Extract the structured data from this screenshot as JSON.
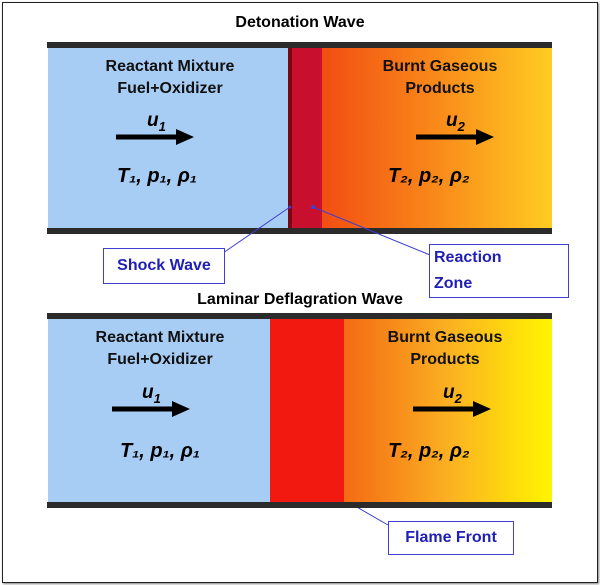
{
  "detonation": {
    "title": "Detonation Wave",
    "reactant_label": [
      "Reactant Mixture",
      "Fuel+Oxidizer"
    ],
    "product_label": [
      "Burnt Gaseous",
      "Products"
    ],
    "u_in": "u",
    "u_out": "u",
    "state_in": "T₁, p₁, ρ₁",
    "state_out": "T₂, p₂, ρ₂",
    "callout_shock": "Shock Wave",
    "callout_reaction": "Reaction Zone"
  },
  "deflagration": {
    "title": "Laminar Deflagration Wave",
    "reactant_label": [
      "Reactant Mixture",
      "Fuel+Oxidizer"
    ],
    "product_label": [
      "Burnt Gaseous",
      "Products"
    ],
    "u_in": "u",
    "u_out": "u",
    "state_in": "T₁, p₁, ρ₁",
    "state_out": "T₂, p₂, ρ₂",
    "callout_flame": "Flame Front"
  },
  "colors": {
    "reactant_fill": "#a8cdf5",
    "shock_band": "#c8102e",
    "flame_band": "#f21a10",
    "product_gradient_start": "#f24d12",
    "product_gradient_end": "#ffee00",
    "callout_text": "#1f1fb5",
    "callout_border": "#3f3fd0"
  },
  "icons": [
    "right-arrow-icon"
  ]
}
